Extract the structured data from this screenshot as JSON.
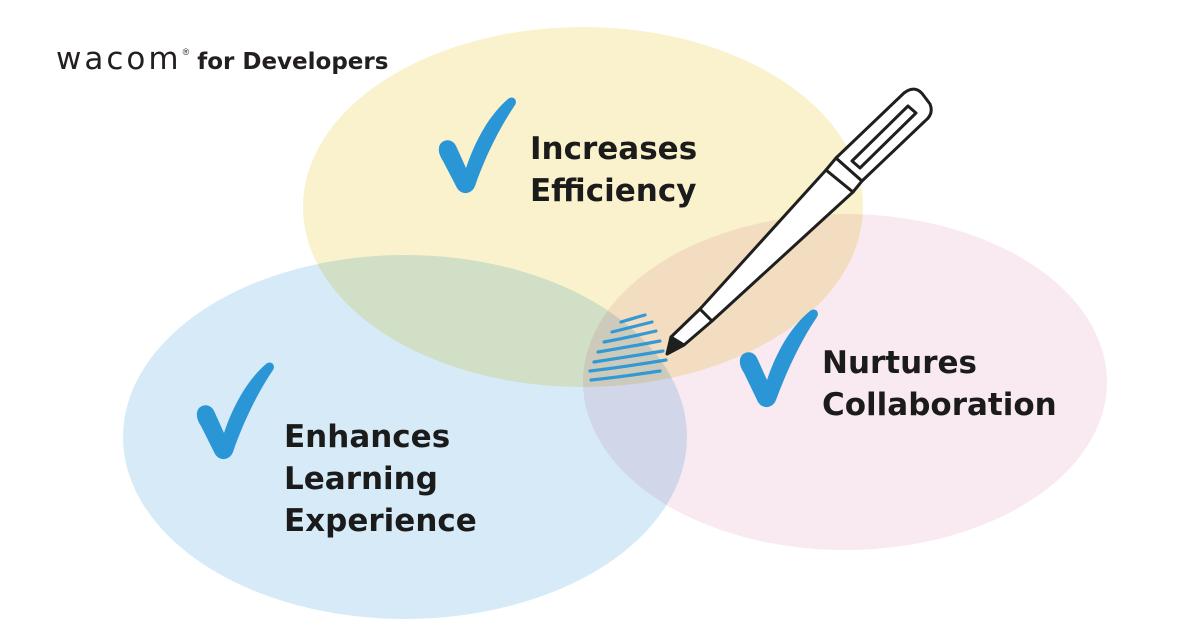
{
  "logo": {
    "brand": "wacom",
    "registered": "®",
    "suffix": "for Developers"
  },
  "colors": {
    "yellow_circle": "#f8f1c8",
    "pink_circle": "#f7e3ee",
    "blue_circle": "#cfe8f6",
    "check_blue": "#2b96d6",
    "pen_outline": "#1f1f1f"
  },
  "benefits": [
    {
      "icon": "checkmark-icon",
      "lines": [
        "Increases",
        "Efficiency"
      ]
    },
    {
      "icon": "checkmark-icon",
      "lines": [
        "Nurtures",
        "Collaboration"
      ]
    },
    {
      "icon": "checkmark-icon",
      "lines": [
        "Enhances",
        "Learning",
        "Experience"
      ]
    }
  ],
  "illustration": {
    "pen": "stylus-pen-icon",
    "strokes": "pen-ink-strokes"
  }
}
